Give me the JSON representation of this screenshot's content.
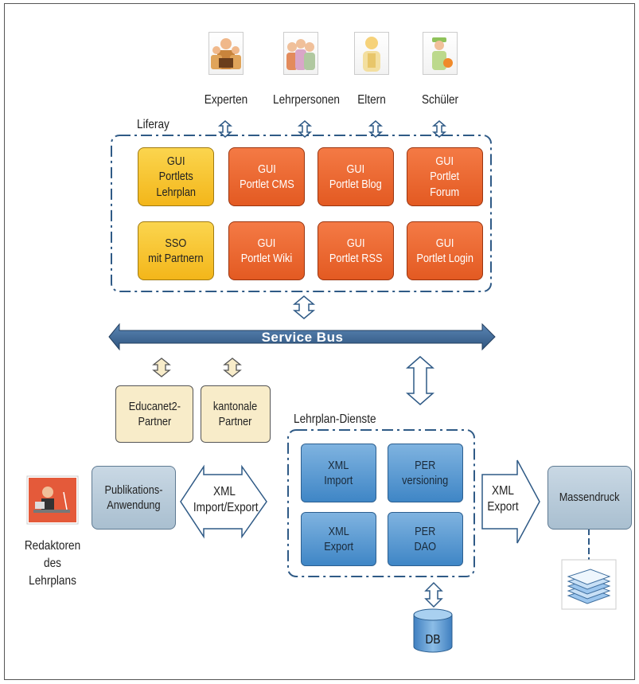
{
  "actors": [
    {
      "label": "Experten",
      "icon": "experts-icon"
    },
    {
      "label": "Lehrpersonen",
      "icon": "teachers-icon"
    },
    {
      "label": "Eltern",
      "icon": "parents-icon"
    },
    {
      "label": "Schüler",
      "icon": "student-icon"
    }
  ],
  "liferay": {
    "label": "Liferay",
    "portlets": [
      {
        "label": "GUI\nPortlets\nLehrplan",
        "color": "#f7c22e"
      },
      {
        "label": "GUI\nPortlet CMS",
        "color": "#ec6a30"
      },
      {
        "label": "GUI\nPortlet Blog",
        "color": "#ec6a30"
      },
      {
        "label": "GUI\nPortlet\nForum",
        "color": "#ec6a30"
      },
      {
        "label": "SSO\nmit Partnern",
        "color": "#f7c22e"
      },
      {
        "label": "GUI\nPortlet Wiki",
        "color": "#ec6a30"
      },
      {
        "label": "GUI\nPortlet RSS",
        "color": "#ec6a30"
      },
      {
        "label": "GUI\nPortlet Login",
        "color": "#ec6a30"
      }
    ]
  },
  "service_bus": {
    "label": "Service Bus",
    "color": "#3a6392"
  },
  "partners": [
    {
      "label": "Educanet2-\nPartner"
    },
    {
      "label": "kantonale\nPartner"
    }
  ],
  "lehrplan_dienste": {
    "label": "Lehrplan-Dienste",
    "services": [
      {
        "label": "XML\nImport"
      },
      {
        "label": "PER\nversioning"
      },
      {
        "label": "XML\nExport"
      },
      {
        "label": "PER\nDAO"
      }
    ]
  },
  "editors": {
    "label": "Redaktoren\ndes\nLehrplans",
    "icon": "editor-icon"
  },
  "publikation": {
    "label": "Publikations-\nAnwendung"
  },
  "xml_import_export": {
    "label": "XML\nImport/Export"
  },
  "xml_export": {
    "label": "XML\nExport"
  },
  "massendruck": {
    "label": "Massendruck",
    "icon": "paper-stack-icon"
  },
  "db": {
    "label": "DB"
  }
}
